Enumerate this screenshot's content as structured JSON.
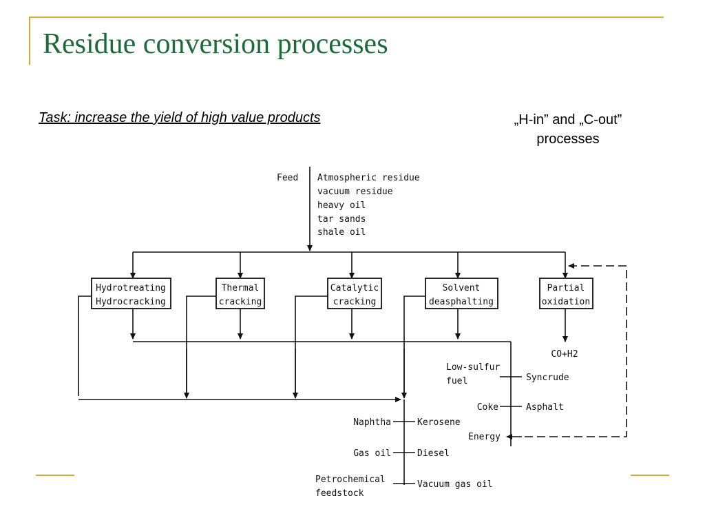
{
  "slide": {
    "title": "Residue conversion processes",
    "task": "Task: increase the yield of high value products",
    "note_line1": "„H-in” and „C-out”",
    "note_line2": "processes"
  },
  "diagram": {
    "feed_label": "Feed",
    "feeds": [
      "Atmospheric residue",
      "vacuum residue",
      "heavy oil",
      "tar sands",
      "shale oil"
    ],
    "processes": [
      [
        "Hydrotreating",
        "Hydrocracking"
      ],
      [
        "Thermal",
        "cracking"
      ],
      [
        "Catalytic",
        "cracking"
      ],
      [
        "Solvent",
        "deasphalting"
      ],
      [
        "Partial",
        "oxidation"
      ]
    ],
    "gas_product": "CO+H2",
    "products_right": [
      "Syncrude",
      "Asphalt"
    ],
    "products_left": [
      "Low-sulfur",
      "fuel",
      "Coke",
      "Energy"
    ],
    "fractions_right": [
      "Kerosene",
      "Diesel",
      "Vacuum gas oil"
    ],
    "fractions_left": [
      "Naphtha",
      "Gas oil",
      "Petrochemical",
      "feedstock"
    ]
  },
  "theme": {
    "title_color": "#1e6b3a",
    "accent_color": "#d4a937"
  }
}
